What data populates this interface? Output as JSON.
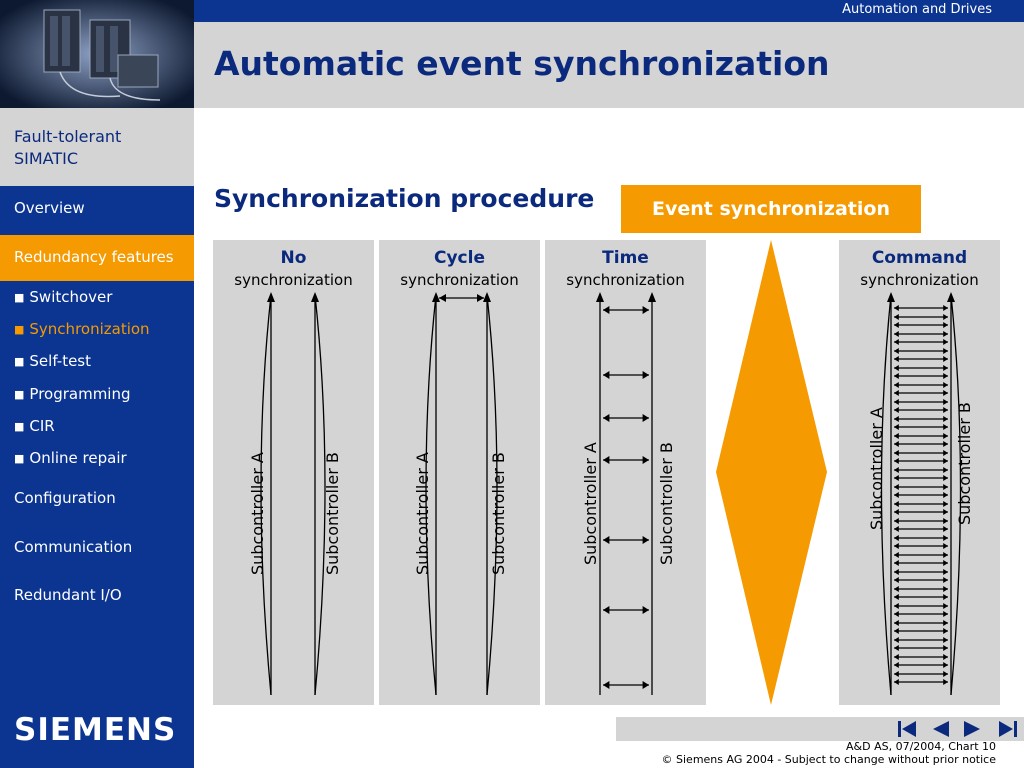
{
  "header": {
    "brand_line": "Automation and Drives",
    "title": "Automatic event synchronization"
  },
  "sidebar": {
    "section_title_1": "Fault-tolerant",
    "section_title_2": "SIMATIC",
    "items": [
      {
        "label": "Overview"
      },
      {
        "label": "Redundancy features"
      },
      {
        "label": "Switchover"
      },
      {
        "label": "Synchronization"
      },
      {
        "label": "Self-test"
      },
      {
        "label": "Programming"
      },
      {
        "label": "CIR"
      },
      {
        "label": "Online repair"
      },
      {
        "label": "Configuration"
      },
      {
        "label": "Communication"
      },
      {
        "label": "Redundant I/O"
      }
    ],
    "logo_text": "SIEMENS"
  },
  "content": {
    "subtitle": "Synchronization procedure",
    "event_box": "Event synchronization",
    "panels": [
      {
        "title": "No",
        "sub": "synchronization",
        "label_a": "Subcontroller  A",
        "label_b": "Subcontroller  B"
      },
      {
        "title": "Cycle",
        "sub": "synchronization",
        "label_a": "Subcontroller  A",
        "label_b": "Subcontroller  B"
      },
      {
        "title": "Time",
        "sub": "synchronization",
        "label_a": "Subcontroller  A",
        "label_b": "Subcontroller  B"
      },
      {
        "title": "Command",
        "sub": "synchronization",
        "label_a": "Subcontroller  A",
        "label_b": "Subcontroller  B"
      }
    ]
  },
  "footer": {
    "line1": "A&D AS, 07/2004, Chart 10",
    "line2": "© Siemens AG 2004  - Subject to change without prior notice",
    "controls": [
      "first-page-icon",
      "previous-page-icon",
      "next-page-icon",
      "last-page-icon"
    ]
  },
  "colors": {
    "dark_blue": "#0b3591",
    "orange": "#f59a00",
    "gray": "#d4d4d4"
  }
}
